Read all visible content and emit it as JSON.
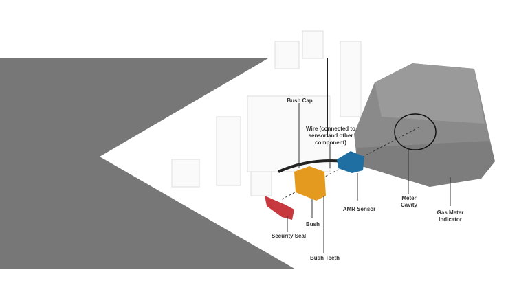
{
  "labels": {
    "bush_cap": "Bush Cap",
    "wire": "Wire (connected to sensor and other component)",
    "amr_sensor": "AMR Sensor",
    "meter_cavity": "Meter Cavity",
    "gas_meter_indicator": "Gas Meter Indicator",
    "bush": "Bush",
    "security_seal": "Security Seal",
    "bush_teeth": "Bush Teeth"
  },
  "colors": {
    "bush": "#e39a1f",
    "sensor": "#1f6fa3",
    "seal": "#c8393f",
    "meter": "#8a8a8a",
    "backdrop": "#777777"
  }
}
